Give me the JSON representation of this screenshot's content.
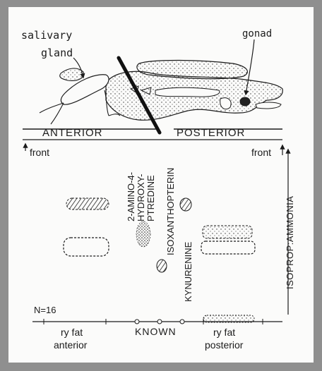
{
  "labels": {
    "salivary": "salivary",
    "gland": "gland",
    "gonad": "gonad",
    "anterior": "ANTERIOR",
    "posterior": "POSTERIOR",
    "front_left": "front",
    "front_right": "front",
    "n": "N=16",
    "known": "KNOWN",
    "fat_anterior_1": "ry fat",
    "fat_anterior_2": "anterior",
    "fat_posterior_1": "ry fat",
    "fat_posterior_2": "posterior"
  },
  "standards": {
    "aminohydroxypteridine": [
      "2-AMINO-4-",
      "HYDROXY-",
      "PTREDINE"
    ],
    "isoxanthopterin": "ISOXANTHOPTERIN",
    "kynurenine": "KYNURENINE"
  },
  "solvent": "ISOPROP:AMMONIA",
  "colors": {
    "ink": "#1b1b1b",
    "frame": "#8f8f8f",
    "paper": "#fbfbfa"
  }
}
